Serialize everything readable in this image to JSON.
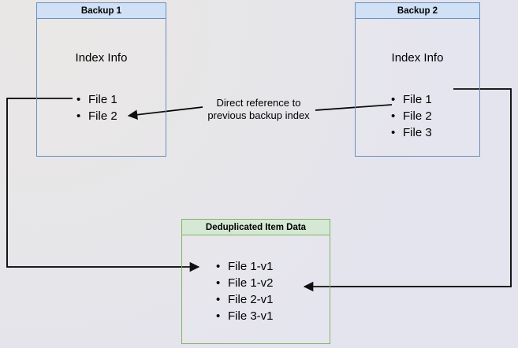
{
  "diagram": {
    "title_hidden": "",
    "background": {
      "color_start": "#e8e6e6",
      "color_end": "#e4e4ef"
    },
    "colors": {
      "blue_fill": "#d0e1f6",
      "blue_stroke": "#6c8ebf",
      "green_fill": "#d5e8d4",
      "green_stroke": "#82b366",
      "edge_stroke": "#000000",
      "text": "#000000"
    },
    "nodes": {
      "backup1": {
        "header": "Backup 1",
        "section_title": "Index Info",
        "items": [
          "File 1",
          "File 2"
        ]
      },
      "backup2": {
        "header": "Backup 2",
        "section_title": "Index Info",
        "items": [
          "File 1",
          "File 2",
          "File 3"
        ]
      },
      "dedup": {
        "header": "Deduplicated Item Data",
        "items": [
          "File 1-v1",
          "File 1-v2",
          "File 2-v1",
          "File 3-v1"
        ]
      }
    },
    "edges": {
      "reference_label": "Direct reference to\nprevious backup index"
    }
  }
}
